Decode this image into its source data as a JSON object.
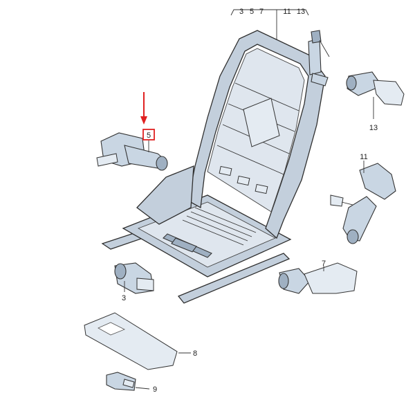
{
  "diagram": {
    "top_callout_numbers": [
      "3",
      "5",
      "7",
      "11",
      "13"
    ],
    "callouts": {
      "part_3": "3",
      "part_5": "5",
      "part_7": "7",
      "part_8": "8",
      "part_9": "9",
      "part_11": "11",
      "part_13": "13"
    },
    "highlighted_part": "5",
    "colors": {
      "part_fill": "#c9d6e3",
      "outline": "#333333",
      "highlight_arrow": "#e02020",
      "highlight_box": "#e02020"
    }
  }
}
